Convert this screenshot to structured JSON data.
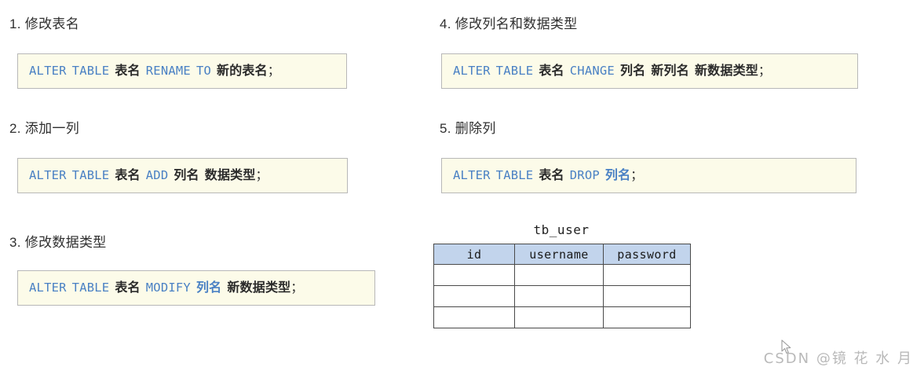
{
  "page": {
    "background": "#ffffff",
    "keyword_color": "#4a81c4",
    "code_box_bg": "#fcfbe9",
    "code_box_border": "#b8b8b8",
    "table_header_bg": "#c2d4ec"
  },
  "sections": [
    {
      "heading": "1. 修改表名",
      "code": {
        "kw1": "ALTER",
        "kw2": "TABLE",
        "arg1": "表名",
        "kw3": "RENAME",
        "kw4": "TO",
        "arg2": "新的表名",
        "semicolon": "；"
      }
    },
    {
      "heading": "2. 添加一列",
      "code": {
        "kw1": "ALTER",
        "kw2": "TABLE",
        "arg1": "表名",
        "kw3": "ADD",
        "arg2": "列名",
        "arg3": "数据类型",
        "semicolon": "；"
      }
    },
    {
      "heading": "3. 修改数据类型",
      "code": {
        "kw1": "ALTER",
        "kw2": "TABLE",
        "arg1": "表名",
        "kw3": "MODIFY",
        "arg2": "列名",
        "arg3": "新数据类型",
        "semicolon": "；"
      }
    },
    {
      "heading": "4. 修改列名和数据类型",
      "code": {
        "kw1": "ALTER",
        "kw2": "TABLE",
        "arg1": "表名",
        "kw3": "CHANGE",
        "arg2": "列名",
        "arg3": "新列名",
        "arg4": "新数据类型",
        "semicolon": "；"
      }
    },
    {
      "heading": "5. 删除列",
      "code": {
        "kw1": "ALTER",
        "kw2": "TABLE",
        "arg1": "表名",
        "kw3": "DROP",
        "arg2": "列名",
        "semicolon": "；"
      }
    }
  ],
  "table": {
    "caption": "tb_user",
    "columns": [
      "id",
      "username",
      "password"
    ],
    "rows": [
      [
        "",
        "",
        ""
      ],
      [
        "",
        "",
        ""
      ],
      [
        "",
        "",
        ""
      ]
    ]
  },
  "watermark": {
    "text": "CSDN @镜 花 水 月"
  }
}
